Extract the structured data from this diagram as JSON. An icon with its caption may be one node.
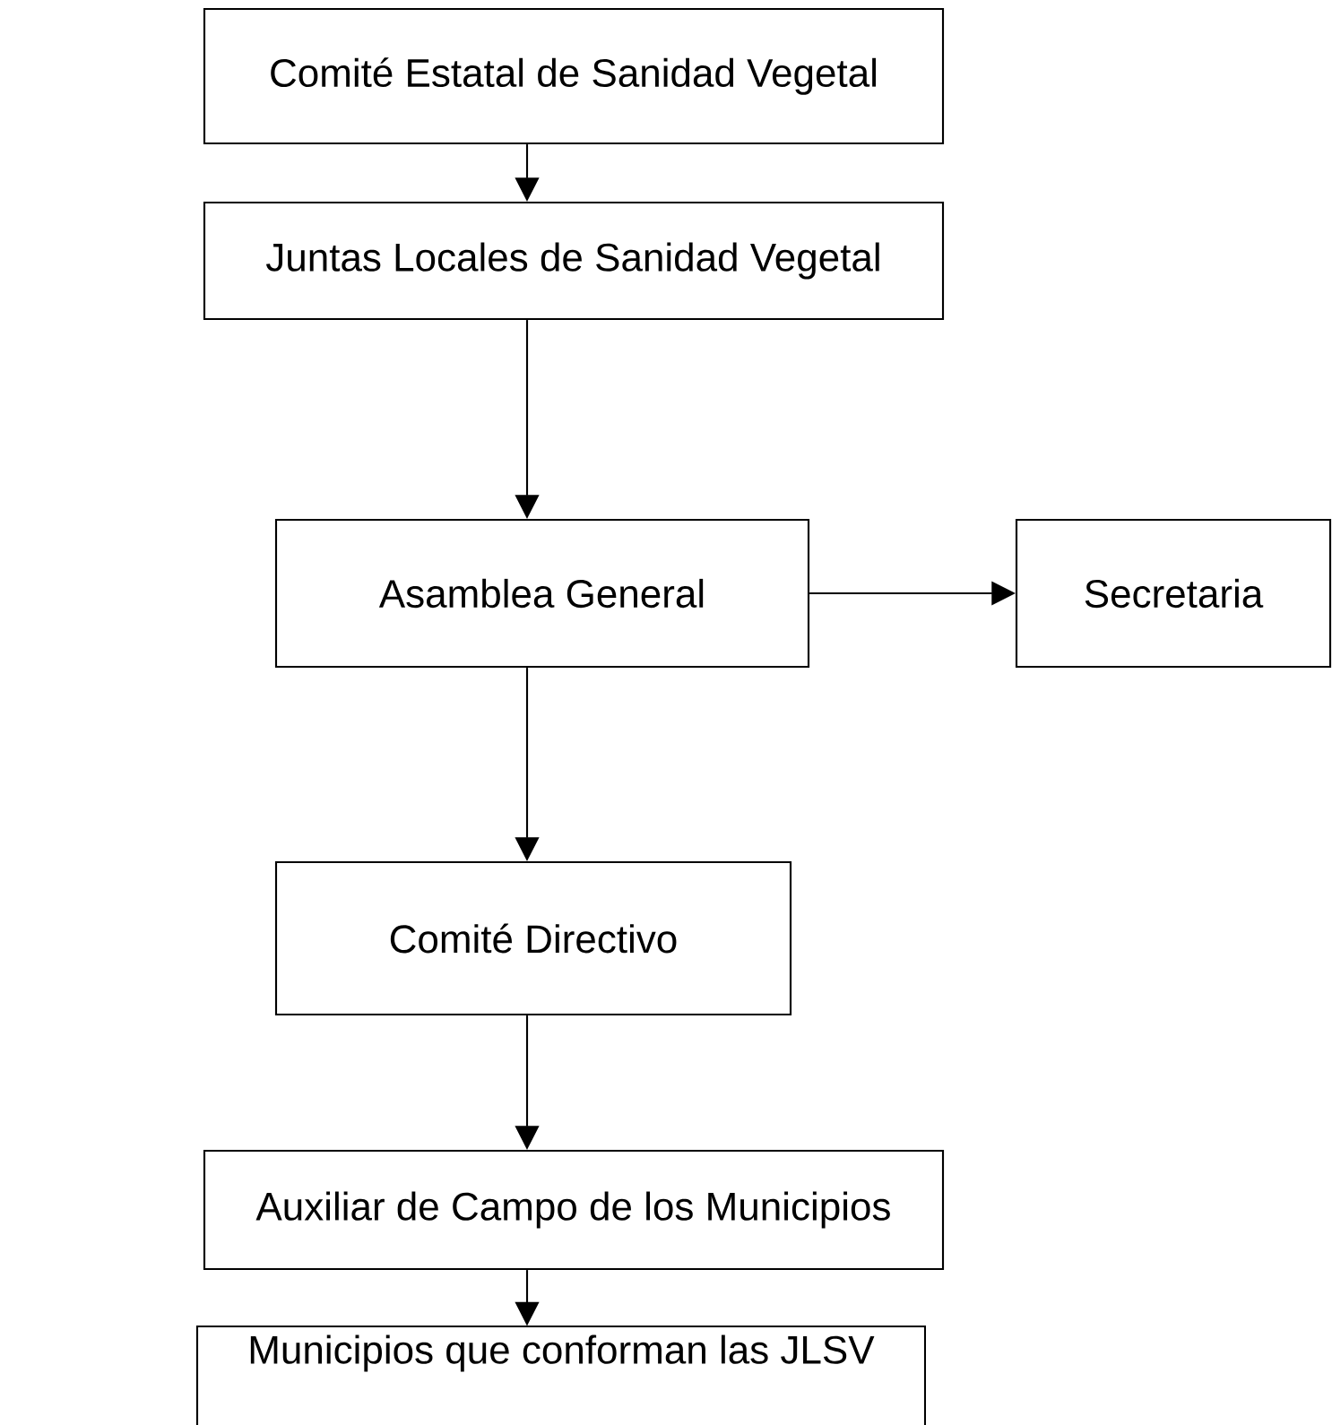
{
  "diagram": {
    "nodes": [
      {
        "text": [
          "Comité Estatal de Sanidad Vegetal"
        ]
      },
      {
        "text": [
          "Juntas Locales de Sanidad Vegetal"
        ]
      },
      {
        "text": [
          "Asamblea General"
        ]
      },
      {
        "text": [
          "Secretaria"
        ]
      },
      {
        "text": [
          "Comité Directivo"
        ]
      },
      {
        "text": [
          "Auxiliar de Campo de los Municipios"
        ]
      },
      {
        "text": [
          "Municipios que conforman las JLSV"
        ]
      }
    ],
    "edges": [
      {
        "from": 0,
        "to": 1,
        "arrow": "to"
      },
      {
        "from": 1,
        "to": 2,
        "arrow": "to"
      },
      {
        "from": 2,
        "to": 3,
        "arrow": "to"
      },
      {
        "from": 2,
        "to": 4,
        "arrow": "to"
      },
      {
        "from": 4,
        "to": 5,
        "arrow": "to"
      },
      {
        "from": 5,
        "to": 6,
        "arrow": "to"
      }
    ]
  }
}
